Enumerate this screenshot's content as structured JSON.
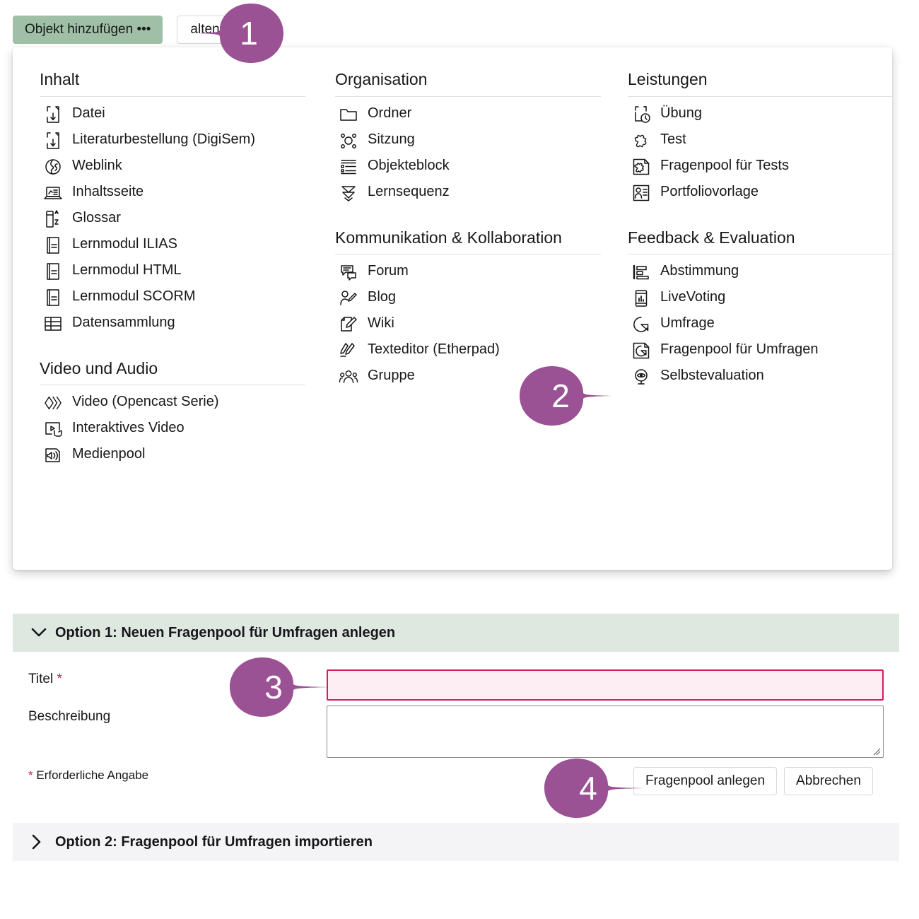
{
  "toolbar": {
    "add_object_label": "Objekt hinzufügen •••",
    "secondary_label": "alten"
  },
  "panel": {
    "columns": [
      {
        "name": "column-left",
        "sections": [
          {
            "title": "Inhalt",
            "items": [
              {
                "label": "Datei",
                "icon": "file-download-icon"
              },
              {
                "label": "Literaturbestellung (DigiSem)",
                "icon": "file-download-icon"
              },
              {
                "label": "Weblink",
                "icon": "globe-icon"
              },
              {
                "label": "Inhaltsseite",
                "icon": "content-page-icon"
              },
              {
                "label": "Glossar",
                "icon": "glossary-az-icon"
              },
              {
                "label": "Lernmodul ILIAS",
                "icon": "learning-module-icon"
              },
              {
                "label": "Lernmodul HTML",
                "icon": "learning-module-icon"
              },
              {
                "label": "Lernmodul SCORM",
                "icon": "learning-module-icon"
              },
              {
                "label": "Datensammlung",
                "icon": "table-grid-icon"
              }
            ]
          },
          {
            "title": "Video und Audio",
            "items": [
              {
                "label": "Video (Opencast Serie)",
                "icon": "video-series-icon"
              },
              {
                "label": "Interaktives Video",
                "icon": "interactive-video-icon"
              },
              {
                "label": "Medienpool",
                "icon": "media-pool-icon"
              }
            ]
          }
        ]
      },
      {
        "name": "column-middle",
        "sections": [
          {
            "title": "Organisation",
            "items": [
              {
                "label": "Ordner",
                "icon": "folder-icon"
              },
              {
                "label": "Sitzung",
                "icon": "session-icon"
              },
              {
                "label": "Objekteblock",
                "icon": "object-block-icon"
              },
              {
                "label": "Lernsequenz",
                "icon": "learning-sequence-icon"
              }
            ]
          },
          {
            "title": "Kommunikation & Kollaboration",
            "items": [
              {
                "label": "Forum",
                "icon": "forum-icon"
              },
              {
                "label": "Blog",
                "icon": "blog-icon"
              },
              {
                "label": "Wiki",
                "icon": "wiki-icon"
              },
              {
                "label": "Texteditor (Etherpad)",
                "icon": "etherpad-icon"
              },
              {
                "label": "Gruppe",
                "icon": "group-icon"
              }
            ]
          }
        ]
      },
      {
        "name": "column-right",
        "sections": [
          {
            "title": "Leistungen",
            "items": [
              {
                "label": "Übung",
                "icon": "exercise-clock-icon"
              },
              {
                "label": "Test",
                "icon": "test-puzzle-icon"
              },
              {
                "label": "Fragenpool für Tests",
                "icon": "question-pool-tests-icon"
              },
              {
                "label": "Portfoliovorlage",
                "icon": "portfolio-template-icon"
              }
            ]
          },
          {
            "title": "Feedback & Evaluation",
            "items": [
              {
                "label": "Abstimmung",
                "icon": "poll-bars-icon"
              },
              {
                "label": "LiveVoting",
                "icon": "livevoting-phone-icon"
              },
              {
                "label": "Umfrage",
                "icon": "survey-pie-icon"
              },
              {
                "label": "Fragenpool für Umfragen",
                "icon": "question-pool-surveys-icon"
              },
              {
                "label": "Selbstevaluation",
                "icon": "self-evaluation-eye-icon"
              }
            ]
          }
        ]
      }
    ]
  },
  "form": {
    "option1_title": "Option 1: Neuen Fragenpool für Umfragen anlegen",
    "option2_title": "Option 2: Fragenpool für Umfragen importieren",
    "titel_label": "Titel",
    "required_marker": "*",
    "beschreibung_label": "Beschreibung",
    "required_note_marker": "*",
    "required_note": "Erforderliche Angabe",
    "titel_value": "",
    "beschreibung_value": "",
    "submit_label": "Fragenpool anlegen",
    "cancel_label": "Abbrechen"
  },
  "callouts": [
    {
      "number": "1"
    },
    {
      "number": "2"
    },
    {
      "number": "3"
    },
    {
      "number": "4"
    }
  ],
  "colors": {
    "callout_purple": "#9b5295",
    "add_button_green": "#9fc0a6",
    "option1_header": "#dfe8e0",
    "option2_header": "#f4f3f5",
    "required_pink": "#d41c62",
    "required_field_bg": "#fdeef3"
  }
}
